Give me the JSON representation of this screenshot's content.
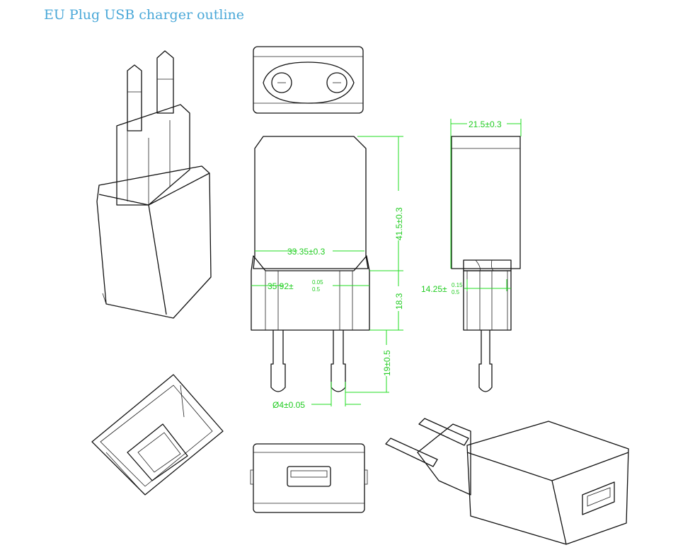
{
  "title": "EU Plug USB charger outline",
  "dimensions": {
    "width_top": "33.35±0.3",
    "width_base": "35.92±",
    "width_base_tol_upper": "0.05",
    "width_base_tol_lower": "0.5",
    "body_height": "41.5±0.3",
    "base_height": "18.3",
    "pin_length": "19±0.5",
    "pin_diameter": "Ø4±0.05",
    "side_width": "21.5±0.3",
    "side_base": "14.25±",
    "side_base_tol_upper": "0.15",
    "side_base_tol_lower": "0.5"
  },
  "colors": {
    "title": "#4aa8d8",
    "dimension": "#22dd22"
  }
}
